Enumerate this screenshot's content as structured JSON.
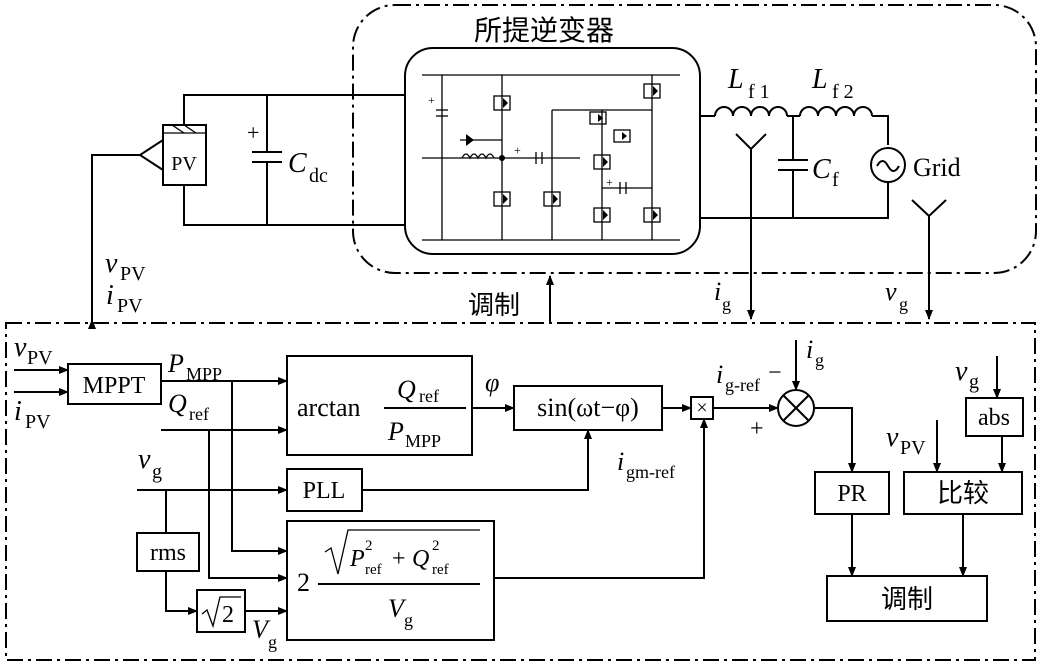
{
  "inverter_title": "所提逆变器",
  "pv_label": "PV",
  "cdc": {
    "main": "C",
    "sub": "dc"
  },
  "lf1": {
    "main": "L",
    "sub": "f 1"
  },
  "lf2": {
    "main": "L",
    "sub": "f 2"
  },
  "cf": {
    "main": "C",
    "sub": "f"
  },
  "grid_label": "Grid",
  "modulation_label": "调制",
  "ig_label": {
    "main": "i",
    "sub": "g"
  },
  "vg_label": {
    "main": "v",
    "sub": "g"
  },
  "vpv_label": {
    "main": "v",
    "sub": "PV"
  },
  "ipv_label": {
    "main": "i",
    "sub": "PV"
  },
  "mppt_label": "MPPT",
  "pmpp_label": {
    "main": "P",
    "sub": "MPP"
  },
  "qref_label": {
    "main": "Q",
    "sub": "ref"
  },
  "arctan": {
    "func": "arctan",
    "num_main": "Q",
    "num_sub": "ref",
    "den_main": "P",
    "den_sub": "MPP"
  },
  "phi_label": "φ",
  "sin_block": "sin(ωt−φ)",
  "multiply_symbol": "×",
  "igref_label": {
    "main": "i",
    "sub": "g-ref"
  },
  "igmref_label": {
    "main": "i",
    "sub": "gm-ref"
  },
  "minus_sign": "−",
  "plus_sign": "+",
  "pll_label": "PLL",
  "rms_label": "rms",
  "sqrt2_label": "2",
  "vg_cap_label": {
    "main": "V",
    "sub": "g"
  },
  "amp_formula": {
    "coef": "2",
    "p": "P",
    "q": "Q",
    "ref": "ref",
    "sq": "2",
    "plus": "+",
    "den_main": "V",
    "den_sub": "g"
  },
  "pr_label": "PR",
  "compare_label": "比较",
  "abs_label": "abs",
  "modulation_box_label": "调制"
}
